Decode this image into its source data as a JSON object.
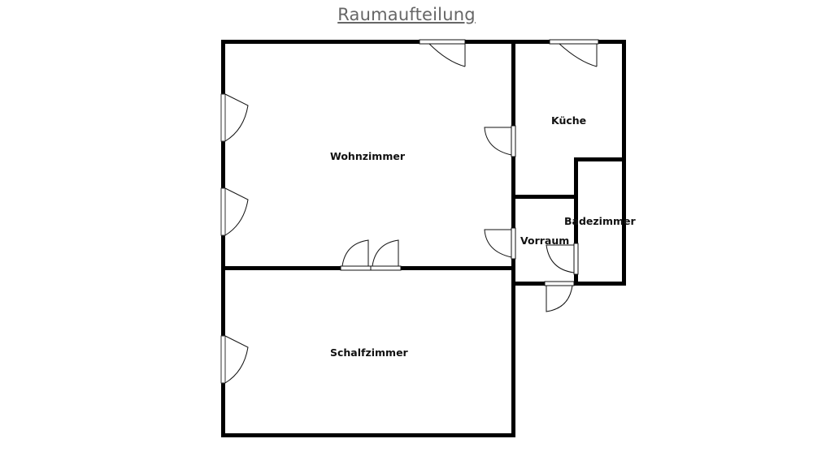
{
  "title": "Raumaufteilung",
  "rooms": {
    "wohnzimmer": "Wohnzimmer",
    "kueche": "Küche",
    "badezimmer": "Badezimmer",
    "vorraum": "Vorraum",
    "schlafzimmer": "Schalfzimmer"
  }
}
